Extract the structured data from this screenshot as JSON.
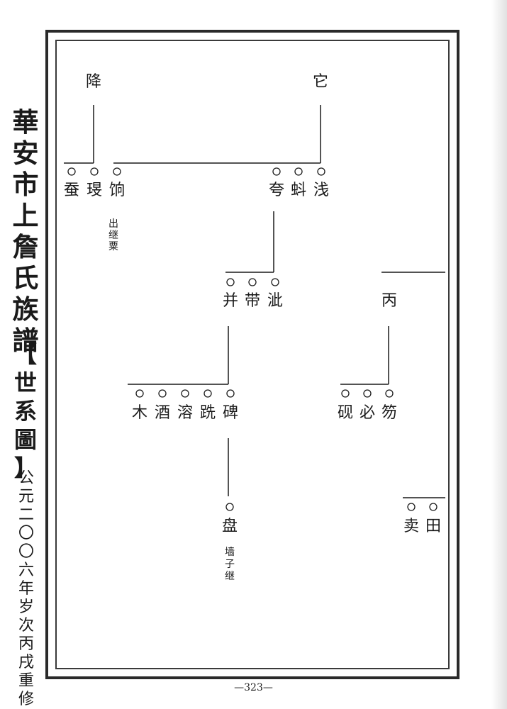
{
  "side_title": [
    "華",
    "安",
    "市",
    "上",
    "詹",
    "氏",
    "族",
    "譜"
  ],
  "section_label": [
    "【",
    "世",
    "系",
    "圖",
    "】"
  ],
  "side_date": [
    "公",
    "元",
    "二",
    "〇",
    "〇",
    "六",
    "年",
    "岁",
    "次",
    "丙",
    "戌",
    "重",
    "修"
  ],
  "page_number": "—323—",
  "ancestors": {
    "left": "降",
    "right": "它"
  },
  "gen1": {
    "names": [
      "蚕",
      "琝",
      "饷",
      "夸",
      "蚪",
      "浅"
    ]
  },
  "notes": {
    "left_adoption": [
      "出",
      "继",
      "粟"
    ],
    "bottom_adoption": [
      "墙",
      "子",
      "继"
    ]
  },
  "gen2": {
    "left": [
      "并",
      "带",
      "泚"
    ],
    "right": "丙"
  },
  "gen3": {
    "left": [
      "木",
      "酒",
      "溶",
      "跣",
      "碑"
    ],
    "right": [
      "砚",
      "必",
      "笏"
    ]
  },
  "gen4": {
    "left": "盘",
    "right": [
      "卖",
      "田"
    ]
  }
}
